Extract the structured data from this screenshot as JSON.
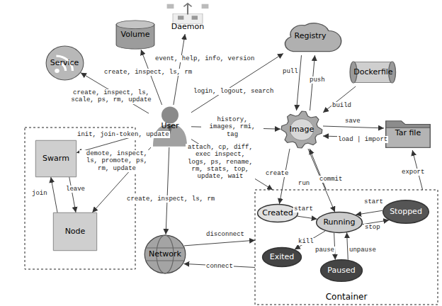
{
  "diagram": {
    "nodes": [
      {
        "text": [
          "Service"
        ]
      },
      {
        "text": [
          "Volume"
        ]
      },
      {
        "text": [
          "Daemon"
        ]
      },
      {
        "text": [
          "Registry"
        ]
      },
      {
        "text": [
          "Dockerfile"
        ]
      },
      {
        "text": [
          "User"
        ]
      },
      {
        "text": [
          "Image"
        ]
      },
      {
        "text": [
          "Tar file"
        ]
      },
      {
        "text": [
          "Swarm"
        ]
      },
      {
        "text": [
          "Node"
        ]
      },
      {
        "text": [
          "Network"
        ]
      },
      {
        "text": [
          "Container"
        ]
      },
      {
        "text": [
          "Created"
        ],
        "in": 11
      },
      {
        "text": [
          "Running"
        ],
        "in": 11
      },
      {
        "text": [
          "Stopped"
        ],
        "in": 11
      },
      {
        "text": [
          "Exited"
        ],
        "in": 11
      },
      {
        "text": [
          "Paused"
        ],
        "in": 11
      }
    ],
    "edges": [
      {
        "from": 5,
        "to": 0,
        "arrow": "to",
        "label": "create, inspect, ls, scale, ps, rm, update"
      },
      {
        "from": 5,
        "to": 1,
        "arrow": "to",
        "label": "create, inspect, ls, rm"
      },
      {
        "from": 5,
        "to": 2,
        "arrow": "to",
        "label": "event, help, info, version"
      },
      {
        "from": 5,
        "to": 3,
        "arrow": "to",
        "label": "login, logout, search"
      },
      {
        "from": 5,
        "to": 6,
        "arrow": "to",
        "label": "history, images, rmi, tag"
      },
      {
        "from": 5,
        "to": 8,
        "arrow": "to",
        "label": "init, join-token, update"
      },
      {
        "from": 5,
        "to": 9,
        "arrow": "to",
        "label": "demote, inspect, ls, promote, ps, rm, update"
      },
      {
        "from": 5,
        "to": 11,
        "arrow": "to",
        "label": "attach, cp, diff, exec inspect, logs, ps, rename, rm, stats, top, update, wait"
      },
      {
        "from": 5,
        "to": 10,
        "arrow": "to",
        "label": "create, inspect, ls, rm"
      },
      {
        "from": 3,
        "to": 6,
        "arrow": "to",
        "label": "pull"
      },
      {
        "from": 6,
        "to": 3,
        "arrow": "to",
        "label": "push"
      },
      {
        "from": 4,
        "to": 6,
        "arrow": "to",
        "label": "build"
      },
      {
        "from": 6,
        "to": 7,
        "arrow": "to",
        "label": "save"
      },
      {
        "from": 7,
        "to": 6,
        "arrow": "to",
        "label": "load | import"
      },
      {
        "from": 11,
        "to": 7,
        "arrow": "to",
        "label": "export"
      },
      {
        "from": 11,
        "to": 6,
        "arrow": "to",
        "label": "commit"
      },
      {
        "from": 6,
        "to": 12,
        "arrow": "to",
        "label": "create"
      },
      {
        "from": 6,
        "to": 13,
        "arrow": "to",
        "label": "run"
      },
      {
        "from": 12,
        "to": 13,
        "arrow": "to",
        "label": "start"
      },
      {
        "from": 14,
        "to": 13,
        "arrow": "to",
        "label": "start"
      },
      {
        "from": 13,
        "to": 14,
        "arrow": "to",
        "label": "stop"
      },
      {
        "from": 13,
        "to": 15,
        "arrow": "to",
        "label": "kill"
      },
      {
        "from": 13,
        "to": 16,
        "arrow": "to",
        "label": "pause"
      },
      {
        "from": 16,
        "to": 13,
        "arrow": "to",
        "label": "unpause"
      },
      {
        "from": 10,
        "to": 11,
        "arrow": "to",
        "label": "disconnect"
      },
      {
        "from": 11,
        "to": 10,
        "arrow": "to",
        "label": "connect"
      },
      {
        "from": 9,
        "to": 8,
        "arrow": "to",
        "label": "join"
      },
      {
        "from": 8,
        "to": 9,
        "arrow": "to",
        "label": "leave"
      }
    ]
  }
}
